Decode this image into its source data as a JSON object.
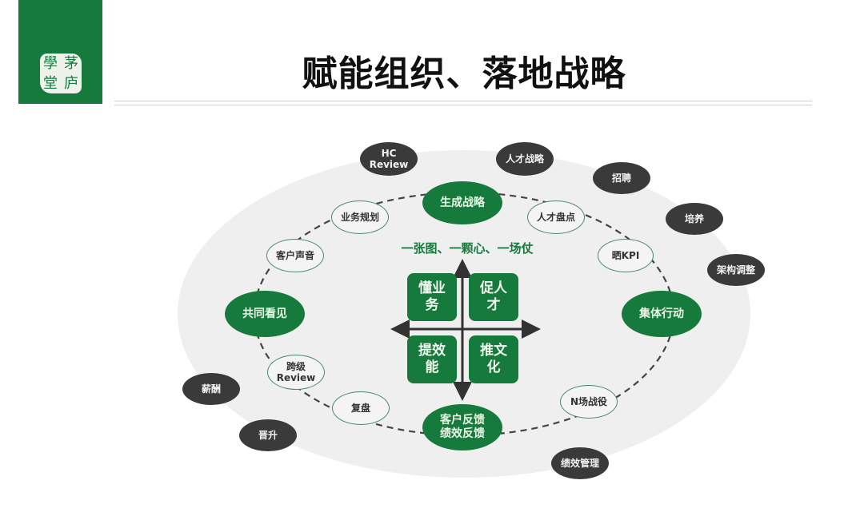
{
  "header": {
    "logo_chars": [
      "學",
      "茅",
      "堂",
      "庐"
    ],
    "title": "赋能组织、落地战略"
  },
  "diagram": {
    "subtitle": "一张图、一颗心、一场仗",
    "quadrants": [
      {
        "id": "top-left",
        "label": "懂业务"
      },
      {
        "id": "top-right",
        "label": "促人才"
      },
      {
        "id": "bottom-left",
        "label": "提效能"
      },
      {
        "id": "bottom-right",
        "label": "推文化"
      }
    ],
    "main_nodes": [
      {
        "id": "top",
        "label": "生成战略"
      },
      {
        "id": "right",
        "label": "集体行动"
      },
      {
        "id": "bottom",
        "label": "客户反馈 绩效反馈",
        "lines": [
          "客户反馈",
          "绩效反馈"
        ]
      },
      {
        "id": "left",
        "label": "共同看见"
      }
    ],
    "cycle_nodes": [
      {
        "id": "business-plan",
        "label": "业务规划"
      },
      {
        "id": "talent-review",
        "label": "人才盘点"
      },
      {
        "id": "kpi",
        "label": "晒KPI"
      },
      {
        "id": "n-battles",
        "label": "N场战役"
      },
      {
        "id": "retrospective",
        "label": "复盘"
      },
      {
        "id": "skip-level-review",
        "label": "跨级 Review",
        "lines": [
          "跨级",
          "Review"
        ]
      },
      {
        "id": "customer-voice",
        "label": "客户声音"
      }
    ],
    "outer_nodes": [
      {
        "id": "hc-review",
        "label": "HC Review",
        "lines": [
          "HC",
          "Review"
        ]
      },
      {
        "id": "talent-strategy",
        "label": "人才战略"
      },
      {
        "id": "recruiting",
        "label": "招聘"
      },
      {
        "id": "training",
        "label": "培养"
      },
      {
        "id": "org-restructure",
        "label": "架构调整"
      },
      {
        "id": "compensation",
        "label": "薪酬"
      },
      {
        "id": "promotion",
        "label": "晋升"
      },
      {
        "id": "performance-mgmt",
        "label": "绩效管理"
      }
    ],
    "colors": {
      "green": "#177a3d",
      "dark": "#3a3a3a",
      "ellipse_bg": "#efefef",
      "outline": "#4a8a6a"
    }
  }
}
